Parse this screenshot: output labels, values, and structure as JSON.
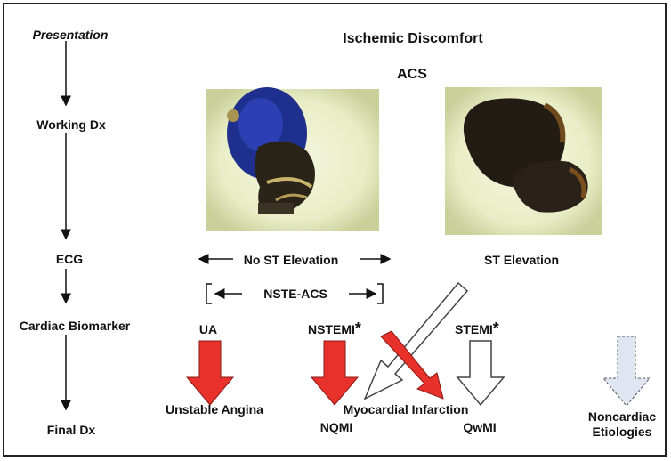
{
  "stages": {
    "presentation": "Presentation",
    "working_dx": "Working Dx",
    "ecg": "ECG",
    "cardiac_biomarker": "Cardiac Biomarker",
    "final_dx": "Final Dx"
  },
  "header": {
    "ischemic_discomfort": "Ischemic Discomfort",
    "acs": "ACS"
  },
  "ecg_row": {
    "no_st_elevation": "No ST Elevation",
    "st_elevation": "ST Elevation",
    "nste_acs": "NSTE-ACS"
  },
  "biomarker_row": {
    "ua": "UA",
    "nstemi": "NSTEMI",
    "stemi": "STEMI",
    "asterisk": "*"
  },
  "final_row": {
    "unstable_angina": "Unstable Angina",
    "myocardial_infarction": "Myocardial Infarction",
    "nqmi": "NQMI",
    "qwmi": "QwMI",
    "noncardiac_line1": "Noncardiac",
    "noncardiac_line2": "Etiologies"
  },
  "colors": {
    "red_arrow": "#e8312a",
    "outline_arrow": "#444444",
    "noncardiac_fill": "#dfe6f2",
    "frame": "#222222"
  }
}
